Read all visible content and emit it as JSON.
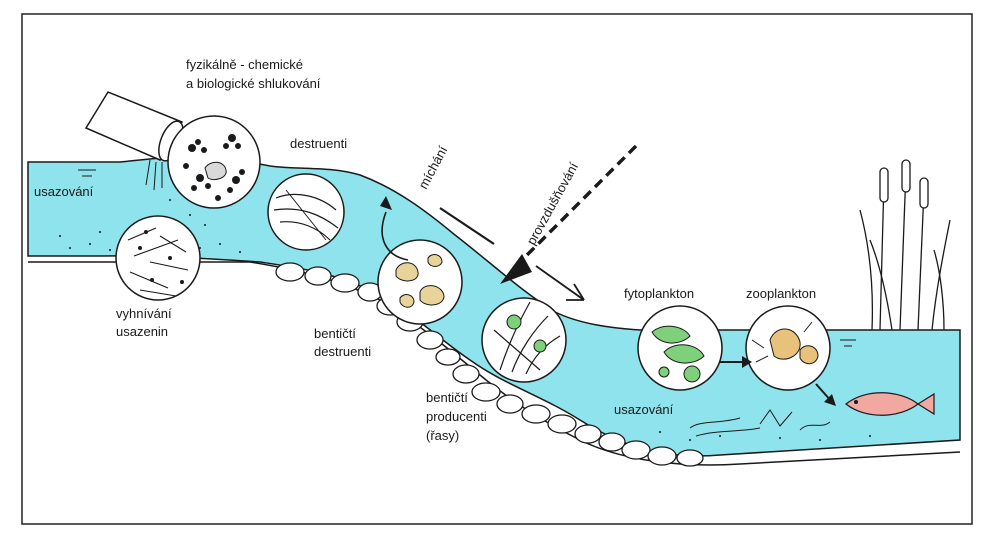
{
  "labels": {
    "aggregation_line1": "fyzikálně - chemické",
    "aggregation_line2": "a biologické shlukování",
    "destruents": "destruenti",
    "mixing": "míchání",
    "aeration": "provzdušňování",
    "sedimentation_left": "usazování",
    "sediment_decay_line1": "vyhnívání",
    "sediment_decay_line2": "usazenin",
    "benthic_destruents_line1": "bentičtí",
    "benthic_destruents_line2": "destruenti",
    "benthic_producers_line1": "bentičtí",
    "benthic_producers_line2": "producenti",
    "benthic_producers_line3": "(řasy)",
    "phytoplankton": "fytoplankton",
    "zooplankton": "zooplankton",
    "sedimentation_right": "usazování"
  },
  "colors": {
    "water": "#8fe3ec",
    "water_dark": "#5cc9d6",
    "outline": "#1a1a1a",
    "stone": "#ffffff",
    "frame": "#222222",
    "plankton_green": "#7fd07a"
  }
}
